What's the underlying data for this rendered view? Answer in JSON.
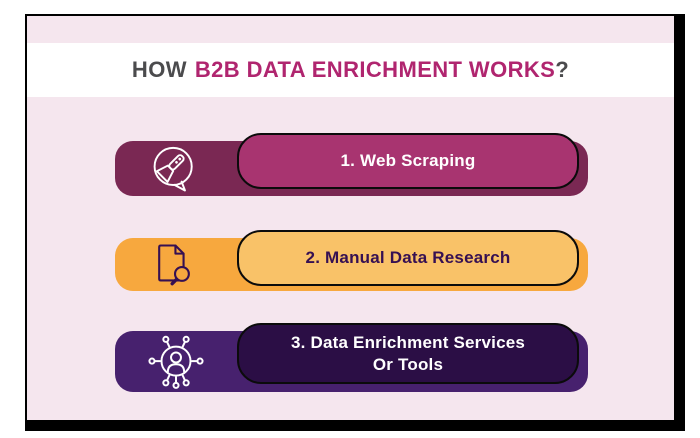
{
  "title": {
    "part1": "HOW",
    "part2": "B2B DATA ENRICHMENT WORKS",
    "part3": "?"
  },
  "steps": [
    {
      "label": "1. Web Scraping",
      "icon": "web-scraping-speech-bubble-icon"
    },
    {
      "label": "2. Manual Data Research",
      "icon": "document-magnifier-icon"
    },
    {
      "label_lines": [
        "3. Data Enrichment Services",
        "Or Tools"
      ],
      "icon": "network-person-icon"
    }
  ],
  "colors": {
    "card_background": "#f5e6ee",
    "title_band": "#ffffff",
    "title_text": "#4b4b4d",
    "title_accent": "#b0256f",
    "step1_outer": "#7a2853",
    "step1_inner": "#a83470",
    "step1_text": "#ffffff",
    "step2_outer": "#f7a83e",
    "step2_inner": "#f9c268",
    "step2_text": "#361052",
    "step3_outer": "#47216e",
    "step3_inner": "#2b0e45",
    "step3_text": "#ffffff",
    "card_border": "#000000"
  }
}
